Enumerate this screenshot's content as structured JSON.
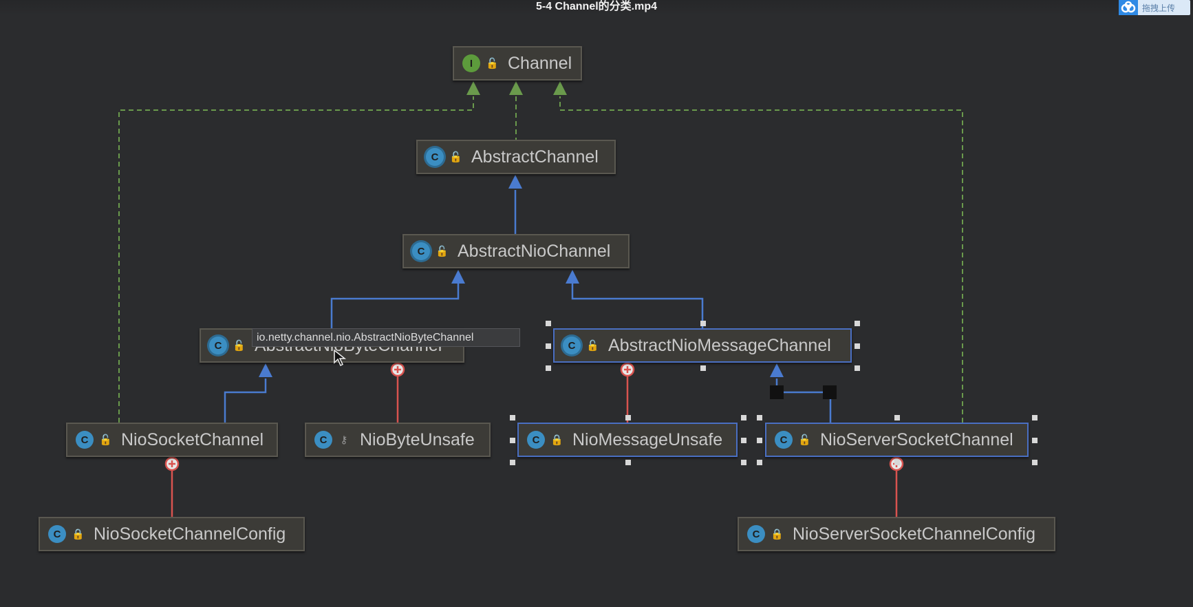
{
  "window": {
    "title": "5-4 Channel的分类.mp4",
    "upload_button": "拖拽上传"
  },
  "diagram": {
    "nodes": [
      {
        "id": "channel",
        "label": "Channel",
        "kind": "interface",
        "modifier": "public"
      },
      {
        "id": "abstract_channel",
        "label": "AbstractChannel",
        "kind": "abstract-class",
        "modifier": "public"
      },
      {
        "id": "abstract_nio_channel",
        "label": "AbstractNioChannel",
        "kind": "abstract-class",
        "modifier": "public"
      },
      {
        "id": "abstract_nio_byte_channel",
        "label": "AbstractNioByteChannel",
        "kind": "abstract-class",
        "modifier": "public"
      },
      {
        "id": "abstract_nio_message_channel",
        "label": "AbstractNioMessageChannel",
        "kind": "abstract-class",
        "modifier": "public",
        "selected": true
      },
      {
        "id": "nio_socket_channel",
        "label": "NioSocketChannel",
        "kind": "class",
        "modifier": "public"
      },
      {
        "id": "nio_byte_unsafe",
        "label": "NioByteUnsafe",
        "kind": "class",
        "modifier": "package"
      },
      {
        "id": "nio_message_unsafe",
        "label": "NioMessageUnsafe",
        "kind": "class",
        "modifier": "private",
        "selected": true
      },
      {
        "id": "nio_server_socket_channel",
        "label": "NioServerSocketChannel",
        "kind": "class",
        "modifier": "public",
        "selected": true
      },
      {
        "id": "nio_socket_channel_config",
        "label": "NioSocketChannelConfig",
        "kind": "class",
        "modifier": "private"
      },
      {
        "id": "nio_server_socket_channel_config",
        "label": "NioServerSocketChannelConfig",
        "kind": "class",
        "modifier": "private"
      }
    ],
    "edges": [
      {
        "from": "abstract_channel",
        "to": "channel",
        "type": "implements"
      },
      {
        "from": "nio_socket_channel",
        "to": "channel",
        "type": "implements"
      },
      {
        "from": "nio_server_socket_channel",
        "to": "channel",
        "type": "implements"
      },
      {
        "from": "abstract_nio_channel",
        "to": "abstract_channel",
        "type": "extends"
      },
      {
        "from": "abstract_nio_byte_channel",
        "to": "abstract_nio_channel",
        "type": "extends"
      },
      {
        "from": "abstract_nio_message_channel",
        "to": "abstract_nio_channel",
        "type": "extends"
      },
      {
        "from": "nio_socket_channel",
        "to": "abstract_nio_byte_channel",
        "type": "extends"
      },
      {
        "from": "nio_server_socket_channel",
        "to": "abstract_nio_message_channel",
        "type": "extends"
      },
      {
        "from": "nio_byte_unsafe",
        "to": "abstract_nio_byte_channel",
        "type": "inner-class"
      },
      {
        "from": "nio_message_unsafe",
        "to": "abstract_nio_message_channel",
        "type": "inner-class"
      },
      {
        "from": "nio_socket_channel_config",
        "to": "nio_socket_channel",
        "type": "inner-class"
      },
      {
        "from": "nio_server_socket_channel_config",
        "to": "nio_server_socket_channel",
        "type": "inner-class"
      }
    ],
    "badges": {
      "interface": "I",
      "class": "C"
    },
    "modifier_icons": {
      "public": "unlock-icon",
      "private": "lock-icon",
      "package": "key-icon"
    },
    "colors": {
      "implements": "#6a9a4c",
      "extends": "#4a7bd0",
      "inner_class": "#d9534f",
      "background": "#2b2c2e"
    },
    "tooltip": "io.netty.channel.nio.AbstractNioByteChannel"
  }
}
